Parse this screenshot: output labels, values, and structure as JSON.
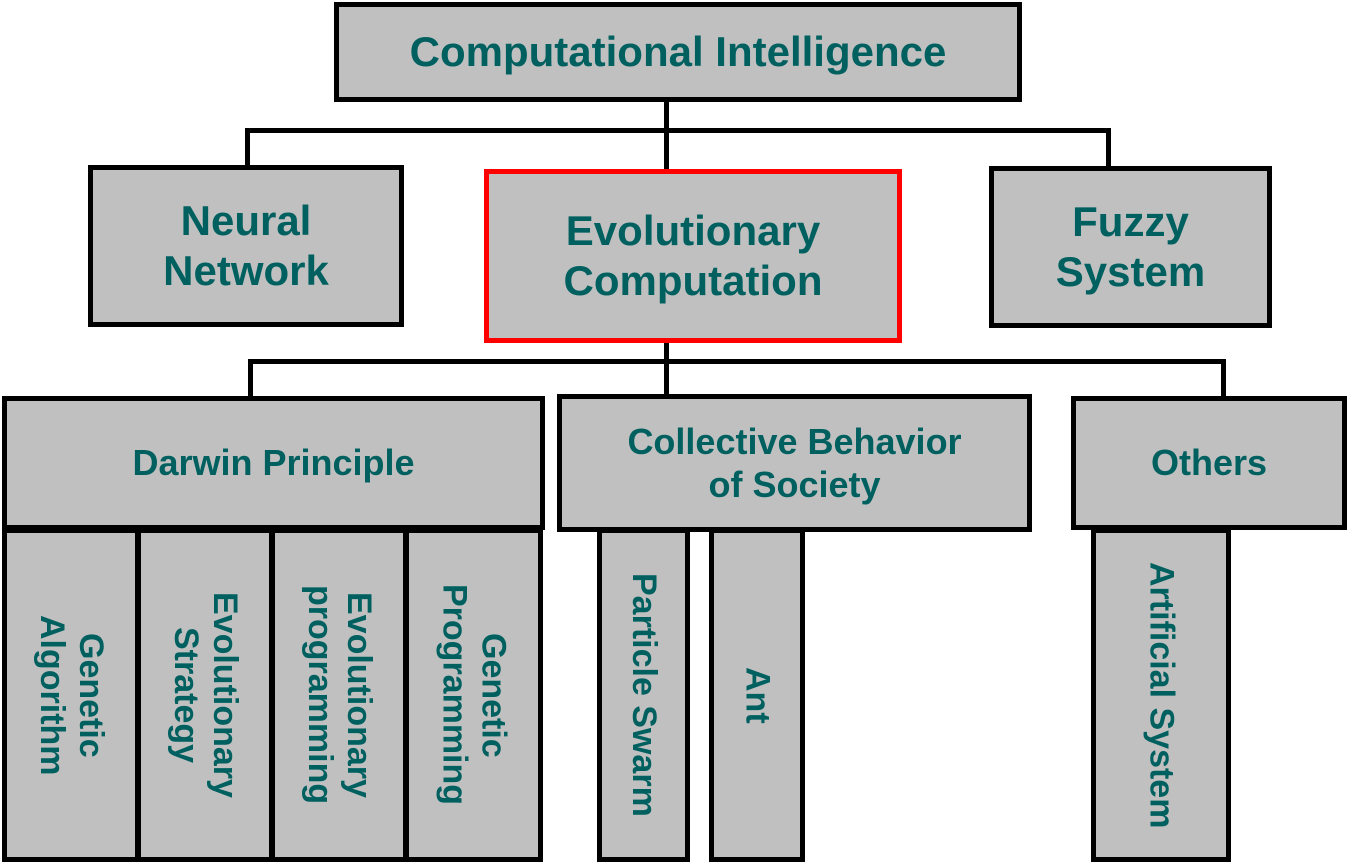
{
  "root": "Computational Intelligence",
  "level1": {
    "neural": "Neural\nNetwork",
    "evolutionary": "Evolutionary\nComputation",
    "fuzzy": "Fuzzy\nSystem"
  },
  "level2": {
    "darwin": "Darwin Principle",
    "collective": "Collective Behavior\nof Society",
    "others": "Others"
  },
  "leaves": {
    "genetic_algorithm": "Genetic\nAlgorithm",
    "evolutionary_strategy": "Evolutionary\nStrategy",
    "evolutionary_programming": "Evolutionary\nprogramming",
    "genetic_programming": "Genetic\nProgramming",
    "particle_swarm": "Particle Swarm",
    "ant": "Ant",
    "artificial_system": "Artificial System"
  },
  "colors": {
    "box_fill": "#c0c0c0",
    "text": "#006060",
    "border": "#000000",
    "highlight_border": "#ff0000"
  }
}
